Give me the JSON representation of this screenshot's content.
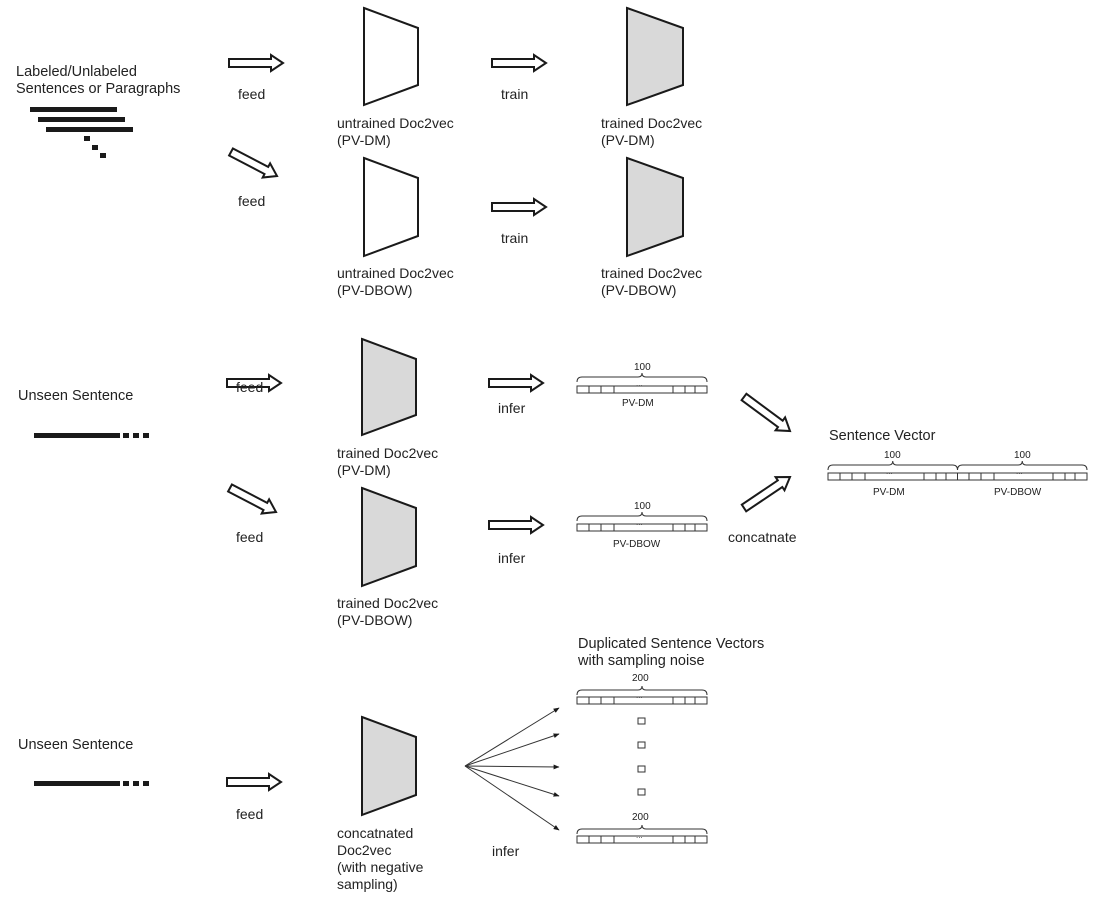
{
  "sections": {
    "training": {
      "input_label": "Labeled/Unlabeled\nSentences or Paragraphs",
      "feed_top": "feed",
      "feed_bottom": "feed",
      "train_top": "train",
      "train_bottom": "train",
      "untrained_dm": "untrained Doc2vec\n(PV-DM)",
      "untrained_dbow": "untrained Doc2vec\n(PV-DBOW)",
      "trained_dm": "trained Doc2vec\n(PV-DM)",
      "trained_dbow": "trained Doc2vec\n(PV-DBOW)"
    },
    "inference": {
      "input_label": "Unseen Sentence",
      "feed_top": "feed",
      "feed_bottom": "feed",
      "infer_top": "infer",
      "infer_bottom": "infer",
      "model_dm": "trained Doc2vec\n(PV-DM)",
      "model_dbow": "trained Doc2vec\n(PV-DBOW)",
      "vec_dm_size": "100",
      "vec_dm_name": "PV-DM",
      "vec_dbow_size": "100",
      "vec_dbow_name": "PV-DBOW",
      "concat_label": "concatnate",
      "sentence_vector_title": "Sentence Vector",
      "sv_dm_size": "100",
      "sv_dbow_size": "100",
      "sv_dm_name": "PV-DM",
      "sv_dbow_name": "PV-DBOW",
      "ellipsis": "..."
    },
    "noise": {
      "input_label": "Unseen Sentence",
      "feed": "feed",
      "infer": "infer",
      "model": "concatnated\nDoc2vec\n(with negative\nsampling)",
      "title": "Duplicated Sentence Vectors\nwith sampling noise",
      "vec_top_size": "200",
      "vec_bottom_size": "200"
    }
  },
  "colors": {
    "trained_fill": "#d9d9d9",
    "untrained_fill": "#ffffff",
    "stroke": "#1a1a1a"
  }
}
